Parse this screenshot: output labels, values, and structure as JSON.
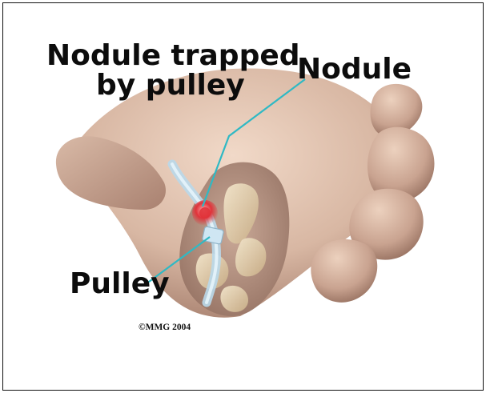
{
  "labels": {
    "trapped_line1": "Nodule trapped",
    "trapped_line2": "by pulley",
    "nodule": "Nodule",
    "pulley": "Pulley"
  },
  "credit": "©MMG 2004",
  "colors": {
    "skin": "#d8b7a3",
    "skin_shadow": "#a27a68",
    "bone": "#e6d2b0",
    "tendon": "#b9d8ea",
    "nodule": "#e0333a",
    "leader_line": "#2fb9c4"
  },
  "icons": {
    "illustration": "hand-anatomy-illustration"
  }
}
